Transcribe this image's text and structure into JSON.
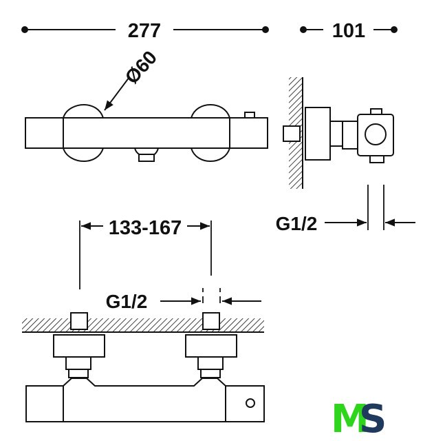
{
  "dimensions": {
    "total_length": "277",
    "depth": "101",
    "diameter": "Ø60",
    "inlet_spacing": "133-167",
    "side_connection": "G1/2",
    "bottom_connection": "G1/2"
  },
  "logo": {
    "letters": "MS",
    "colors": {
      "m": "#2fd41c",
      "s": "#1f3a5c"
    }
  },
  "colors": {
    "line": "#111111",
    "background": "#ffffff"
  }
}
